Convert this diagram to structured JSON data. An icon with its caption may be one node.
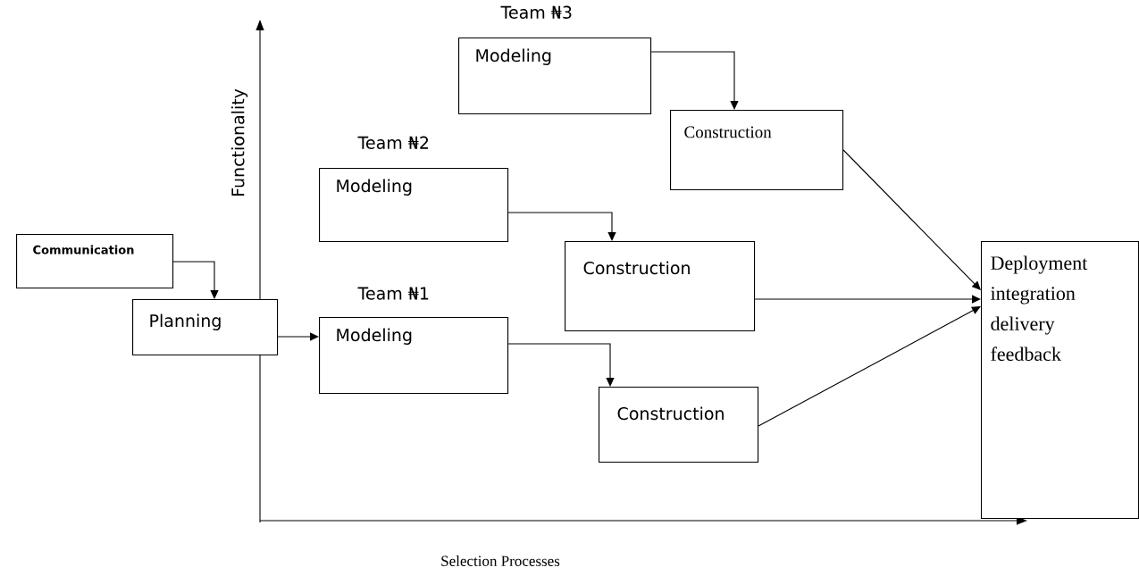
{
  "diagram": {
    "nodes": [
      {
        "text": [
          "Communication"
        ]
      },
      {
        "text": [
          "Planning"
        ]
      },
      {
        "text": [
          "Team ₦3",
          "Modeling"
        ]
      },
      {
        "text": [
          "Construction"
        ]
      },
      {
        "text": [
          "Team ₦2",
          "Modeling"
        ]
      },
      {
        "text": [
          "Construction"
        ]
      },
      {
        "text": [
          "Team ₦1",
          "Modeling"
        ]
      },
      {
        "text": [
          "Construction"
        ]
      },
      {
        "text": [
          "Deployment integration delivery feedback"
        ]
      }
    ],
    "edges": [
      {
        "from": 0,
        "to": 1,
        "arrow": "to"
      },
      {
        "from": 1,
        "to": 6,
        "arrow": "to"
      },
      {
        "from": 6,
        "to": 7,
        "arrow": "to"
      },
      {
        "from": 4,
        "to": 5,
        "arrow": "to"
      },
      {
        "from": 2,
        "to": 3,
        "arrow": "to"
      },
      {
        "from": 3,
        "to": 8,
        "arrow": "to"
      },
      {
        "from": 5,
        "to": 8,
        "arrow": "to"
      },
      {
        "from": 7,
        "to": 8,
        "arrow": "to"
      }
    ],
    "labels": [
      "Functionality",
      "Selection Processes"
    ]
  }
}
